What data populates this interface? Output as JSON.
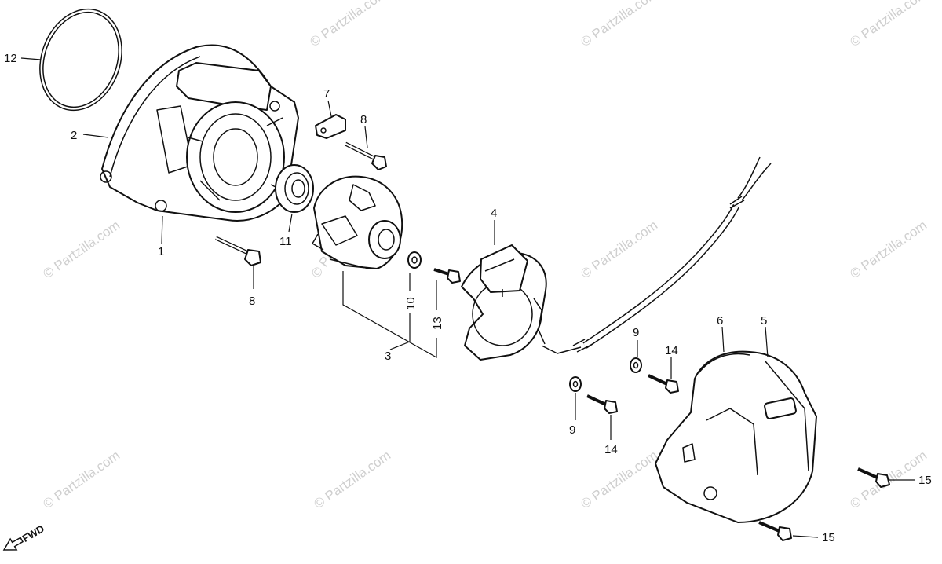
{
  "watermark_text": "© Partzilla.com",
  "fwd_label": "FWD",
  "callouts": {
    "c1": "1",
    "c2": "2",
    "c3": "3",
    "c4": "4",
    "c5": "5",
    "c6": "6",
    "c7": "7",
    "c8a": "8",
    "c8b": "8",
    "c9a": "9",
    "c9b": "9",
    "c10": "10",
    "c11": "11",
    "c12": "12",
    "c13": "13",
    "c14a": "14",
    "c14b": "14",
    "c15a": "15",
    "c15b": "15"
  }
}
